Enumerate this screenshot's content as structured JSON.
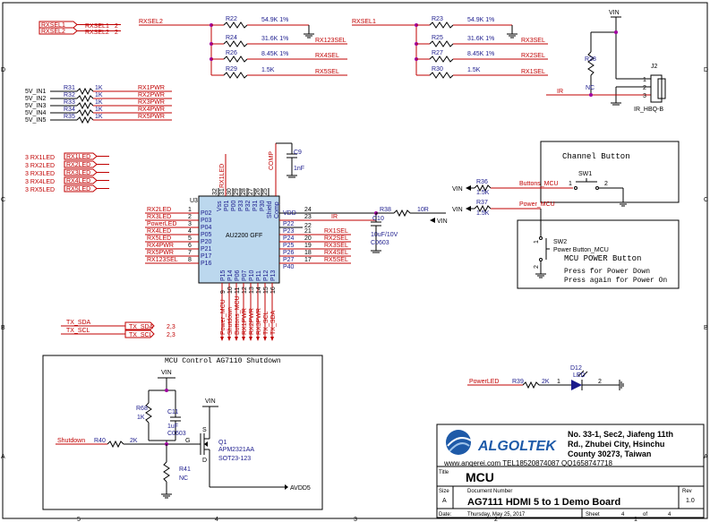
{
  "border": {
    "row_letters": [
      "D",
      "C",
      "B",
      "A"
    ],
    "col_numbers": [
      "5",
      "4",
      "3",
      "2",
      "1"
    ]
  },
  "rxsel_block": {
    "inputs": [
      {
        "net": "RXSEL1",
        "label": "RXSEL1",
        "pins": "2"
      },
      {
        "net": "RXSEL2",
        "label": "RXSEL2",
        "pins": "2"
      }
    ],
    "left_bus": "RXSEL2",
    "right_bus": "RXSEL1",
    "left_resistors": [
      {
        "ref": "R22",
        "value": "54.9K 1%",
        "net": ""
      },
      {
        "ref": "R24",
        "value": "31.6K 1%",
        "net": "RX123SEL"
      },
      {
        "ref": "R26",
        "value": "8.45K 1%",
        "net": "RX4SEL"
      },
      {
        "ref": "R29",
        "value": "1.5K",
        "net": "RX5SEL"
      }
    ],
    "right_resistors": [
      {
        "ref": "R23",
        "value": "54.9K 1%",
        "net": ""
      },
      {
        "ref": "R25",
        "value": "31.6K 1%",
        "net": "RX3SEL"
      },
      {
        "ref": "R27",
        "value": "8.45K 1%",
        "net": "RX2SEL"
      },
      {
        "ref": "R30",
        "value": "1.5K",
        "net": "RX1SEL"
      }
    ]
  },
  "ir_block": {
    "vin": "VIN",
    "r28_ref": "R28",
    "r28_value": "NC",
    "net": "IR",
    "conn_ref": "J2",
    "conn_name": "IR_HBQ-B",
    "pins": [
      "1",
      "2",
      "3"
    ]
  },
  "pwr_block": {
    "rows": [
      {
        "in": "5V_IN1",
        "ref": "R31",
        "value": "1K",
        "out": "RX1PWR"
      },
      {
        "in": "5V_IN2",
        "ref": "R32",
        "value": "1K",
        "out": "RX2PWR"
      },
      {
        "in": "5V_IN3",
        "ref": "R33",
        "value": "1K",
        "out": "RX3PWR"
      },
      {
        "in": "5V_IN4",
        "ref": "R34",
        "value": "1K",
        "out": "RX4PWR"
      },
      {
        "in": "5V_IN5",
        "ref": "R35",
        "value": "1K",
        "out": "RX5PWR"
      }
    ]
  },
  "led_block": {
    "rows": [
      {
        "left": "3 RX1LED",
        "right": "RX1LED"
      },
      {
        "left": "3 RX2LED",
        "right": "RX2LED"
      },
      {
        "left": "3 RX3LED",
        "right": "RX3LED"
      },
      {
        "left": "3 RX4LED",
        "right": "RX4LED"
      },
      {
        "left": "3 RX5LED",
        "right": "RX5LED"
      }
    ]
  },
  "mcu": {
    "ref": "U3",
    "part": "AU2200 GFF",
    "left_pins": [
      {
        "net": "RX2LED",
        "name": "P02",
        "num": "1"
      },
      {
        "net": "RX3LED",
        "name": "P03",
        "num": "2"
      },
      {
        "net": "PowerLED",
        "name": "P04",
        "num": "3"
      },
      {
        "net": "RX4LED",
        "name": "P05",
        "num": "4"
      },
      {
        "net": "RX5LED",
        "name": "P20",
        "num": "5"
      },
      {
        "net": "RX4PWR",
        "name": "P21",
        "num": "6"
      },
      {
        "net": "RX5PWR",
        "name": "P17",
        "num": "7"
      },
      {
        "net": "RX123SEL",
        "name": "P16",
        "num": "8"
      }
    ],
    "right_pins": [
      {
        "name": "VDD",
        "num": "24",
        "net": ""
      },
      {
        "name": "P22",
        "num": "23",
        "net": "IR"
      },
      {
        "name": "P23",
        "num": "22",
        "net": ""
      },
      {
        "name": "P24",
        "num": "21",
        "net": "RX1SEL"
      },
      {
        "name": "P25",
        "num": "20",
        "net": "RX2SEL"
      },
      {
        "name": "P26",
        "num": "19",
        "net": "RX3SEL"
      },
      {
        "name": "P27",
        "num": "18",
        "net": "RX4SEL"
      },
      {
        "name": "P40",
        "num": "17",
        "net": "RX5SEL"
      }
    ],
    "top_pins": [
      {
        "name": "Vss",
        "num": "32"
      },
      {
        "name": "P01",
        "num": "31"
      },
      {
        "name": "P00",
        "num": "30"
      },
      {
        "name": "P33",
        "num": "29"
      },
      {
        "name": "P32",
        "num": "28"
      },
      {
        "name": "P31",
        "num": "27"
      },
      {
        "name": "P30",
        "num": "26"
      },
      {
        "name": "Shield",
        "num": "25"
      },
      {
        "name": "Comp",
        "num": ""
      }
    ],
    "bottom_pins": [
      {
        "name": "P15",
        "num": "9",
        "net": "Power_MCU"
      },
      {
        "name": "P14",
        "num": "10",
        "net": "Shutdown"
      },
      {
        "name": "P06",
        "num": "11",
        "net": "Buttons_MCU"
      },
      {
        "name": "P07",
        "num": "12",
        "net": "RX1PWR"
      },
      {
        "name": "P10",
        "num": "13",
        "net": "RX2PWR"
      },
      {
        "name": "P11",
        "num": "14",
        "net": "RX3PWR"
      },
      {
        "name": "P12",
        "num": "15",
        "net": "TX_SCL"
      },
      {
        "name": "P13",
        "num": "16",
        "net": "TX_SDA"
      }
    ],
    "top_net": "RX1LED",
    "comp_net": "COMP"
  },
  "caps": {
    "c9_ref": "C9",
    "c9_value": "1nF",
    "c10_ref": "C10",
    "c10_value": "10uF/10V",
    "c10_pkg": "C0603",
    "r38_ref": "R38",
    "r38_value": "10R",
    "vin": "VIN"
  },
  "tx": {
    "rows": [
      {
        "left": "TX_SDA",
        "right": "TX_SDA",
        "pins": "2,3"
      },
      {
        "left": "TX_SCL",
        "right": "TX_SCL",
        "pins": "2,3"
      }
    ]
  },
  "buttons": {
    "channel_title": "Channel Button",
    "sw1_ref": "SW1",
    "sw1_pin1": "1",
    "sw1_pin2": "2",
    "r36_ref": "R36",
    "r36_value": "1.5K",
    "buttons_net": "Buttons_MCU",
    "r37_ref": "R37",
    "r37_value": "1.5K",
    "power_net": "Power_MCU",
    "vin": "VIN",
    "sw2_ref": "SW2",
    "sw2_name": "Power Button_MCU",
    "sw2_pin1": "1",
    "sw2_pin2": "2",
    "power_title": "MCU POWER Button",
    "power_note1": "Press for Power Down",
    "power_note2": "Press again for Power On"
  },
  "powerled": {
    "net": "PowerLED",
    "r39_ref": "R39",
    "r39_value": "2K",
    "pin1": "1",
    "pin2": "2",
    "d_ref": "D12",
    "d_name": "LED"
  },
  "shutdown_box": {
    "title": "MCU Control AG7110 Shutdown",
    "vin_top": "VIN",
    "vin_q": "VIN",
    "r68_ref": "R68",
    "r68_value": "1K",
    "c11_ref": "C11",
    "c11_value": "1uF",
    "c11_pkg": "C0603",
    "q_ref": "Q1",
    "q_part": "APM2321AA",
    "q_pkg": "SOT23-123",
    "g": "G",
    "d": "D",
    "s": "S",
    "shutdown_net": "Shutdown",
    "r40_ref": "R40",
    "r40_value": "2K",
    "r41_ref": "R41",
    "r41_value": "NC",
    "out_net": "AVDD5"
  },
  "title_block": {
    "company": "ALGOLTEK",
    "address1": "No. 33-1, Sec2, Jiafeng 11th",
    "address2": "Rd., Zhubei City, Hsinchu",
    "address3": "County 30273, Taiwan",
    "web": "www.angerei.com TEL18520874087 QQ1658747718",
    "title_label": "Title",
    "title": "MCU",
    "size_label": "Size",
    "size": "A",
    "docnum_label": "Document Number",
    "docnum": "AG7111 HDMI 5 to 1 Demo Board",
    "rev_label": "Rev",
    "rev": "1.0",
    "date_label": "Date:",
    "date": "Thursday, May 25, 2017",
    "sheet_label": "Sheet",
    "sheet": "4",
    "of_label": "of",
    "of": "4"
  },
  "colors": {
    "net": "#c00000",
    "label": "#1a1a8c",
    "junction": "#a000a0",
    "logo": "#1e5aa8"
  }
}
